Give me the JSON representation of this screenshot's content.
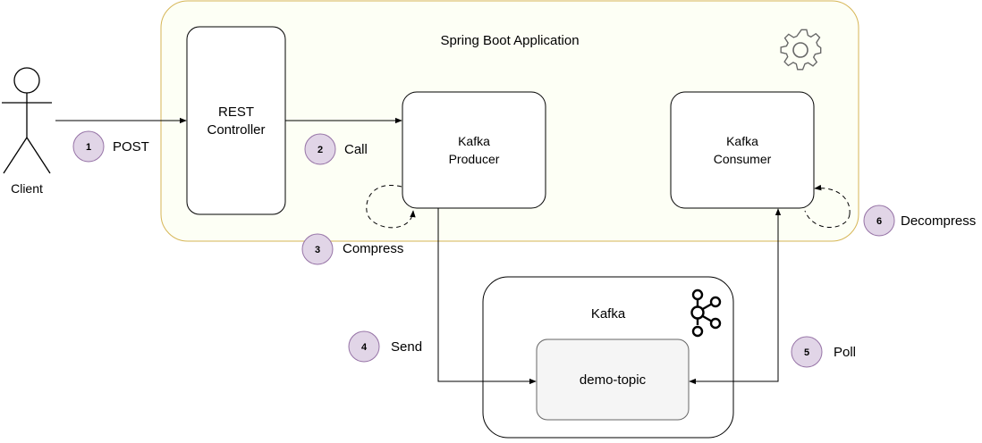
{
  "diagram": {
    "spring_app": {
      "label": "Spring Boot Application",
      "icon": "gear-icon",
      "fill": "#fdfff5",
      "stroke": "#d6b656"
    },
    "client": {
      "label": "Client",
      "icon": "stick-figure-icon"
    },
    "rest_controller": {
      "label_line1": "REST",
      "label_line2": "Controller"
    },
    "kafka_producer": {
      "label_line1": "Kafka",
      "label_line2": "Producer"
    },
    "kafka_consumer": {
      "label_line1": "Kafka",
      "label_line2": "Consumer"
    },
    "kafka_cluster": {
      "label": "Kafka",
      "icon": "kafka-logo-icon"
    },
    "topic": {
      "label": "demo-topic",
      "fill": "#f5f5f5"
    },
    "step_badge_color": "#e1d5e7",
    "steps": [
      {
        "num": "1",
        "label": "POST"
      },
      {
        "num": "2",
        "label": "Call"
      },
      {
        "num": "3",
        "label": "Compress"
      },
      {
        "num": "4",
        "label": "Send"
      },
      {
        "num": "5",
        "label": "Poll"
      },
      {
        "num": "6",
        "label": "Decompress"
      }
    ]
  }
}
